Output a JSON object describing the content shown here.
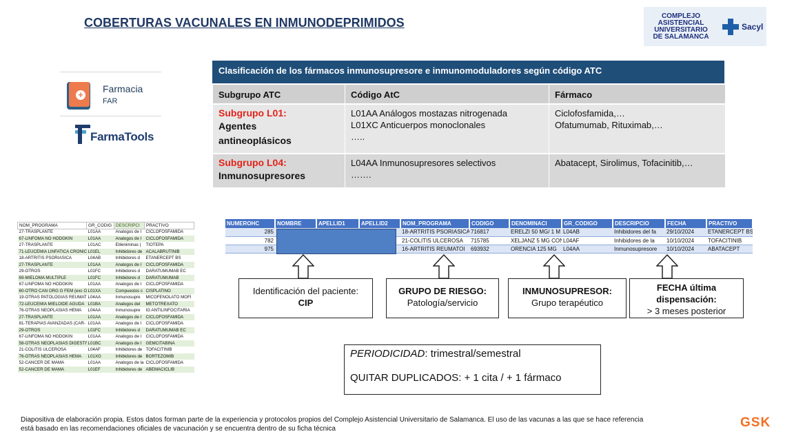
{
  "title": "COBERTURAS VACUNALES EN INMUNODEPRIMIDOS",
  "logo_right": {
    "lines": [
      "COMPLEJO",
      "ASISTENCIAL",
      "UNIVERSITARIO",
      "DE SALAMANCA"
    ],
    "brand": "Sacyl"
  },
  "logos_left": {
    "farmacia": {
      "name": "Farmacia",
      "sub": "FAR"
    },
    "farmatools": {
      "name": "FarmaTools"
    }
  },
  "atc_table": {
    "heading": "Clasificación de los fármacos inmunosupresore e inmunomoduladores según código ATC",
    "columns": [
      "Subgrupo ATC",
      "Código AtC",
      "Fármaco"
    ],
    "rows": [
      {
        "subgroup_code": "Subgrupo L01:",
        "subgroup_name": [
          "Agentes",
          "antineoplásicos"
        ],
        "codes": [
          "L01AA Análogos mostazas nitrogenada",
          "L01XC Anticuerpos monoclonales",
          "….."
        ],
        "drugs": [
          "Ciclofosfamida,…",
          "Ofatumumab, Rituximab,…"
        ]
      },
      {
        "subgroup_code": "Subgrupo L04:",
        "subgroup_name": [
          "Inmunosupresores"
        ],
        "codes": [
          "L04AA Inmunosupresores selectivos",
          "……."
        ],
        "drugs": [
          "Abatacept, Sirolimus, Tofacinitib,…"
        ]
      }
    ]
  },
  "left_sheet": {
    "headers": [
      "NOM_PROGRAMA",
      "GR_CODIG",
      "DESCRIPCI",
      "PRACTIVO"
    ],
    "rows": [
      [
        "27-TRASPLANTE",
        "L01AA",
        "Analogos de l",
        "CICLOFOSFAMIDA"
      ],
      [
        "67-LINFOMA NO HODGKIN",
        "L01AA",
        "Analogos de l",
        "CICLOFOSFAMIDA"
      ],
      [
        "27-TRASPLANTE",
        "L01AC",
        "Etileniminas (",
        "TIOTEPA"
      ],
      [
        "71-LEUCEMIA LINFATICA CRONIC",
        "L01EL",
        "Inhibidores de",
        "ACALABRUTINIB"
      ],
      [
        "18-ARTRITIS PSORIASICA",
        "L04AB",
        "Inhibidores d",
        "ETANERCEPT BS"
      ],
      [
        "27-TRASPLANTE",
        "L01AA",
        "Analogos de l",
        "CICLOFOSFAMIDA"
      ],
      [
        "29-OTROS",
        "L01FC",
        "Inhibidores d",
        "DARATUMUMAB EC"
      ],
      [
        "69-MIELOMA MULTIPLE",
        "L01FC",
        "Inhibidores d",
        "DARATUMUMAB"
      ],
      [
        "67-LINFOMA NO HODGKIN",
        "L01AA",
        "Analogos de l",
        "CICLOFOSFAMIDA"
      ],
      [
        "60-OTRO CAN ORG G FEM (exc O",
        "L01XA",
        "Compuestos c",
        "CISPLATINO"
      ],
      [
        "19-OTRAS PATOLOGIAS REUMAT",
        "L04AA",
        "Inmunosupre",
        "MICOFENOLATO MOFI"
      ],
      [
        "72-LEUCEMIA MIELOIDE AGUDA",
        "L01BA",
        "Analogos del",
        "METOTREXATO"
      ],
      [
        "76-OTRAS NEOPLASIAS HEMA",
        "L04AA",
        "Inmunosupre",
        "IG ANTILINFOCITARIA"
      ],
      [
        "27-TRASPLANTE",
        "L01AA",
        "Analogos de l",
        "CICLOFOSFAMIDA"
      ],
      [
        "81-TERAPIAS AVANZADAS (CAR-",
        "L01AA",
        "Analogos de l",
        "CICLOFOSFAMIDA"
      ],
      [
        "29-OTROS",
        "L01FC",
        "Inhibidores d",
        "DARATUMUMAB EC"
      ],
      [
        "67-LINFOMA NO HODGKIN",
        "L01AA",
        "Analogos de l",
        "CICLOFOSFAMIDA"
      ],
      [
        "58-OTRAS NEOPLASIAS DIGESTIV",
        "L01BC",
        "Analogos de l",
        "GEMCITABINA"
      ],
      [
        "21-COLITIS ULCEROSA",
        "L04AF",
        "Inhibidores de",
        "TOFACITINIB"
      ],
      [
        "76-OTRAS NEOPLASIAS HEMA",
        "L01XG",
        "Inhibidores de",
        "BORTEZOMIB"
      ],
      [
        "52-CANCER DE MAMA",
        "L01AA",
        "Analogos de la",
        "CICLOFOSFAMIDA"
      ],
      [
        "52-CANCER DE MAMA",
        "L01EF",
        "Inhibidores de",
        "ABEMACICLIB"
      ]
    ]
  },
  "main_sheet": {
    "headers": [
      "NUMEROHC",
      "NOMBRE",
      "APELLID1",
      "APELLID2",
      "NOM_PROGRAMA",
      "CODIGO",
      "DENOMINACI",
      "GR_CODIGO",
      "DESCRIPCIO",
      "FECHA",
      "PRACTIVO"
    ],
    "rows": [
      [
        "285",
        "",
        "",
        "",
        "18-ARTRITIS PSORIASICA",
        "716817",
        "ERELZI 50 MG/ 1 M",
        "L04AB",
        "Inhibidores del fa",
        "29/10/2024",
        "ETANERCEPT BS"
      ],
      [
        "782",
        "",
        "",
        "",
        "21-COLITIS ULCEROSA",
        "715785",
        "XELJANZ 5 MG CON",
        "L04AF",
        "Inhibidores de la",
        "10/10/2024",
        "TOFACITINIB"
      ],
      [
        "975",
        "",
        "",
        "",
        "16-ARTRITIS REUMATOI",
        "693932",
        "ORENCIA 125 MG",
        "L04AA",
        "Inmunosupresore",
        "10/10/2024",
        "ABATACEPT"
      ]
    ]
  },
  "callouts": [
    {
      "line1": "Identificación del paciente:",
      "line2": "CIP"
    },
    {
      "line1": "GRUPO DE RIESGO:",
      "line2": "Patología/servicio"
    },
    {
      "line1": "INMUNOSUPRESOR:",
      "line2": "Grupo terapéutico"
    },
    {
      "line1": "FECHA última",
      "line2": "dispensación:",
      "line3": "> 3 meses posterior"
    }
  ],
  "periodicity": {
    "label": "PERIODICIDAD",
    "value": ": trimestral/semestral",
    "duplicates": "QUITAR DUPLICADOS: + 1 cita / + 1 fármaco"
  },
  "footer": {
    "line1": "Diapositiva de elaboración propia. Estos datos forman parte de la experiencia y protocolos propios del  Complejo Asistencial Universitario de Salamanca. El uso de las vacunas a las que se hace referencia",
    "line2": "está basado en las recomendaciones oficiales de vacunación y se encuentra dentro de su ficha técnica"
  },
  "gsk": "GSK"
}
